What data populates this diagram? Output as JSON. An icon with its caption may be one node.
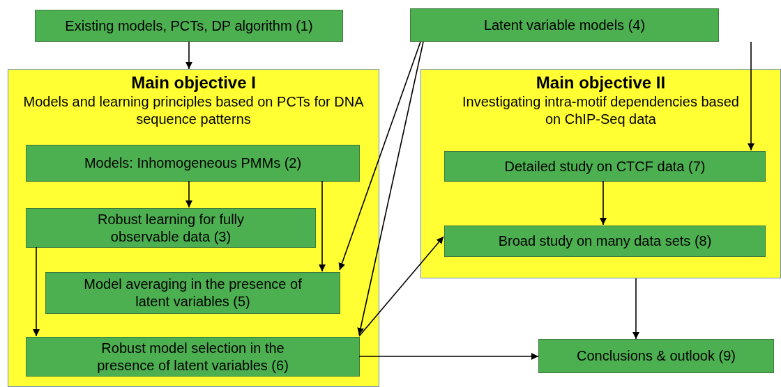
{
  "diagram": {
    "nodes": [
      {
        "text": [
          "Existing models, PCTs, DP algorithm (1)"
        ]
      },
      {
        "text": [
          "Main objective I",
          "Models and learning principles based on PCTs for DNA sequence patterns"
        ]
      },
      {
        "text": [
          "Models: Inhomogeneous PMMs (2)"
        ],
        "in": 1
      },
      {
        "text": [
          "Robust learning for fully observable data (3)"
        ],
        "in": 1
      },
      {
        "text": [
          "Model averaging in the presence of latent variables (5)"
        ],
        "in": 1
      },
      {
        "text": [
          "Robust model selection in the presence of latent variables (6)"
        ],
        "in": 1
      },
      {
        "text": [
          "Latent variable models (4)"
        ]
      },
      {
        "text": [
          "Main objective II",
          "Investigating intra-motif dependencies based on ChIP-Seq data"
        ]
      },
      {
        "text": [
          "Detailed study on CTCF data (7)"
        ],
        "in": 7
      },
      {
        "text": [
          "Broad study on many data sets (8)"
        ],
        "in": 7
      },
      {
        "text": [
          "Conclusions & outlook (9)"
        ]
      }
    ],
    "edges": [
      {
        "from": 0,
        "to": 1,
        "arrow": "to"
      },
      {
        "from": 2,
        "to": 3,
        "arrow": "to"
      },
      {
        "from": 2,
        "to": 4,
        "arrow": "to"
      },
      {
        "from": 3,
        "to": 5,
        "arrow": "to"
      },
      {
        "from": 6,
        "to": 4,
        "arrow": "to"
      },
      {
        "from": 6,
        "to": 5,
        "arrow": "to"
      },
      {
        "from": 6,
        "to": 8,
        "arrow": "to"
      },
      {
        "from": 8,
        "to": 9,
        "arrow": "to"
      },
      {
        "from": 5,
        "to": 9,
        "arrow": "to"
      },
      {
        "from": 7,
        "to": 10,
        "arrow": "to"
      },
      {
        "from": 5,
        "to": 10,
        "arrow": "to"
      }
    ]
  }
}
